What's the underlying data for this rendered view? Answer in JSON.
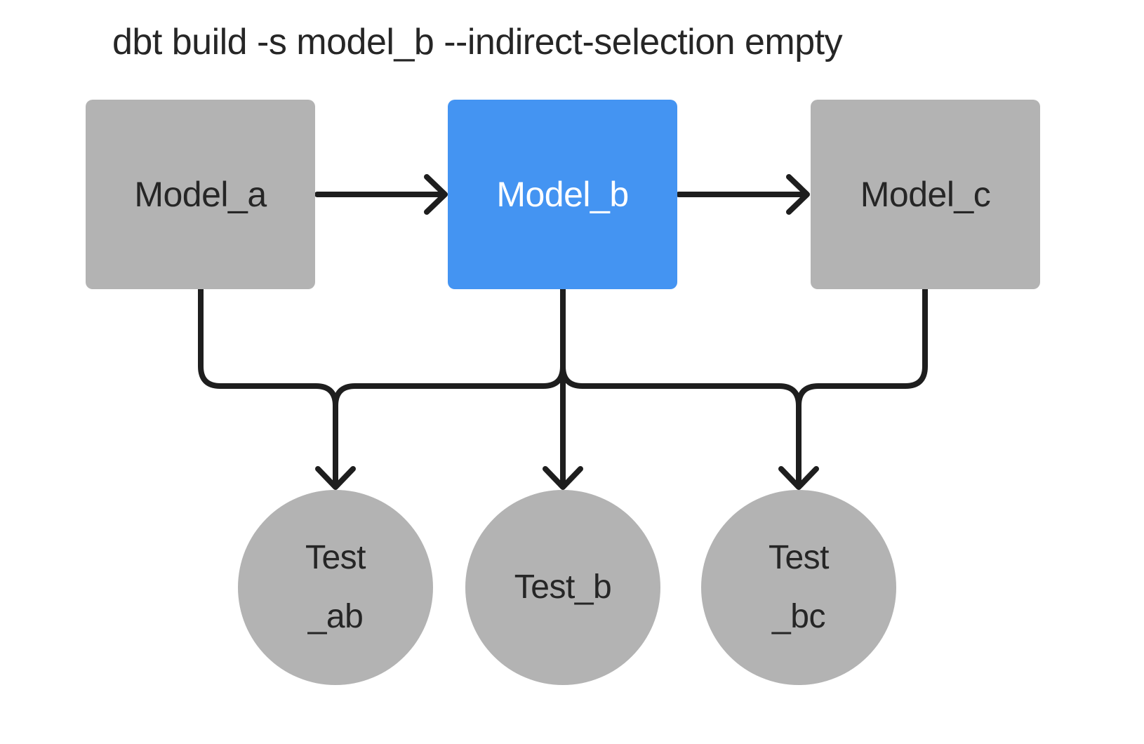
{
  "title": "dbt build -s model_b --indirect-selection empty",
  "colors": {
    "background": "#ffffff",
    "node_gray": "#b3b3b3",
    "node_selected_blue": "#4494f2",
    "edge_black": "#1e1e1e",
    "text_dark": "#262626",
    "text_on_selected": "#ffffff"
  },
  "diagram": {
    "type": "dag",
    "models": [
      {
        "id": "model_a",
        "label": "Model_a",
        "selected": false
      },
      {
        "id": "model_b",
        "label": "Model_b",
        "selected": true
      },
      {
        "id": "model_c",
        "label": "Model_c",
        "selected": false
      }
    ],
    "tests": [
      {
        "id": "test_ab",
        "lines": [
          "Test",
          "_ab"
        ]
      },
      {
        "id": "test_b",
        "lines": [
          "Test_b"
        ]
      },
      {
        "id": "test_bc",
        "lines": [
          "Test",
          "_bc"
        ]
      }
    ],
    "edges": [
      {
        "from": "model_a",
        "to": "model_b"
      },
      {
        "from": "model_b",
        "to": "model_c"
      },
      {
        "from": "model_a",
        "to": "test_ab"
      },
      {
        "from": "model_b",
        "to": "test_ab"
      },
      {
        "from": "model_b",
        "to": "test_b"
      },
      {
        "from": "model_b",
        "to": "test_bc"
      },
      {
        "from": "model_c",
        "to": "test_bc"
      }
    ]
  }
}
